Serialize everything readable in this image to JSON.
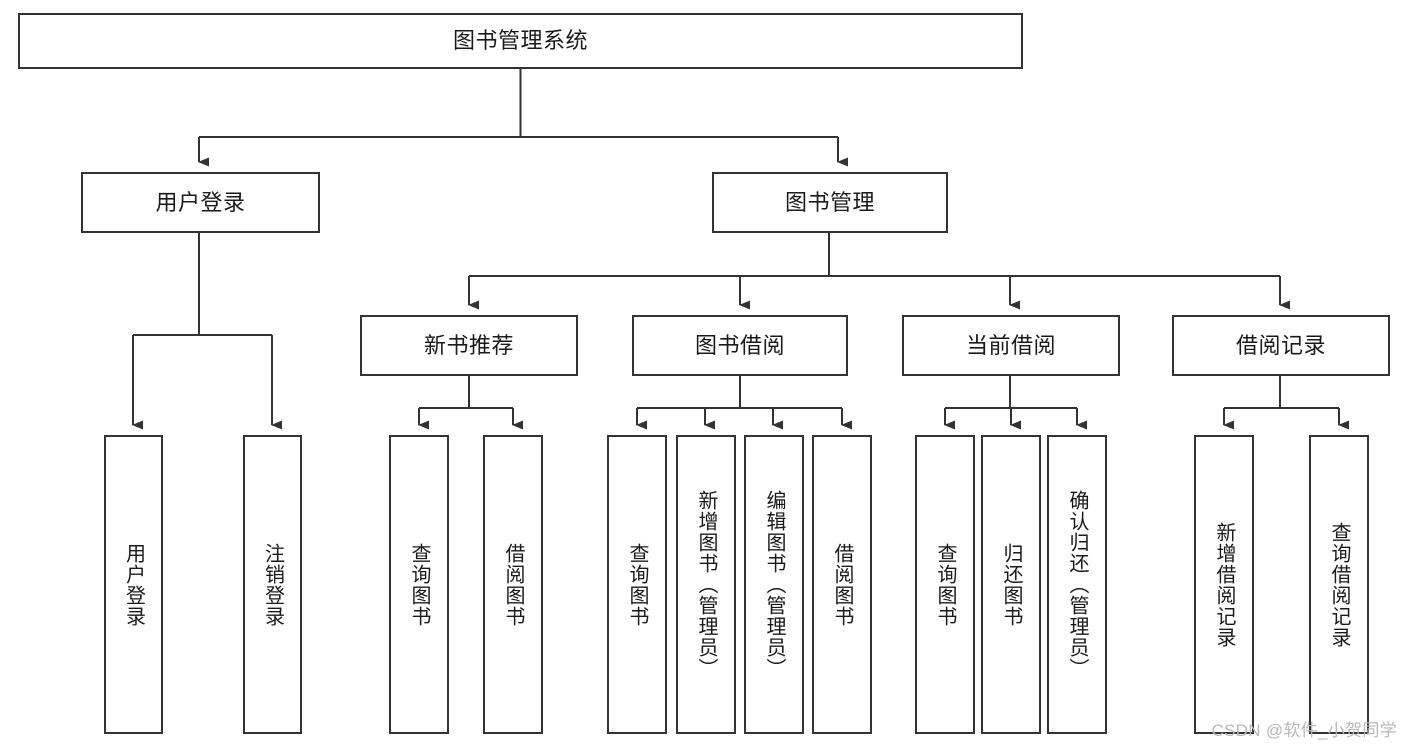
{
  "diagram": {
    "title": "图书管理系统",
    "type": "tree-hierarchy-diagram",
    "stroke_color": "#333333",
    "background_color": "#ffffff",
    "nodes": {
      "root": {
        "label": "图书管理系统"
      },
      "level1": [
        {
          "label": "用户登录"
        },
        {
          "label": "图书管理"
        }
      ],
      "level2": [
        {
          "label": "新书推荐"
        },
        {
          "label": "图书借阅"
        },
        {
          "label": "当前借阅"
        },
        {
          "label": "借阅记录"
        }
      ],
      "leaves_user_login": [
        {
          "label": "用户登录"
        },
        {
          "label": "注销登录"
        }
      ],
      "leaves_new_book": [
        {
          "label": "查询图书"
        },
        {
          "label": "借阅图书"
        }
      ],
      "leaves_borrow": [
        {
          "label": "查询图书"
        },
        {
          "label": "新增图书（管理员）"
        },
        {
          "label": "编辑图书（管理员）"
        },
        {
          "label": "借阅图书"
        }
      ],
      "leaves_current": [
        {
          "label": "查询图书"
        },
        {
          "label": "归还图书"
        },
        {
          "label": "确认归还（管理员）"
        }
      ],
      "leaves_record": [
        {
          "label": "新增借阅记录"
        },
        {
          "label": "查询借阅记录"
        }
      ]
    }
  },
  "watermark": {
    "text": "CSDN @软件_小贺同学"
  }
}
